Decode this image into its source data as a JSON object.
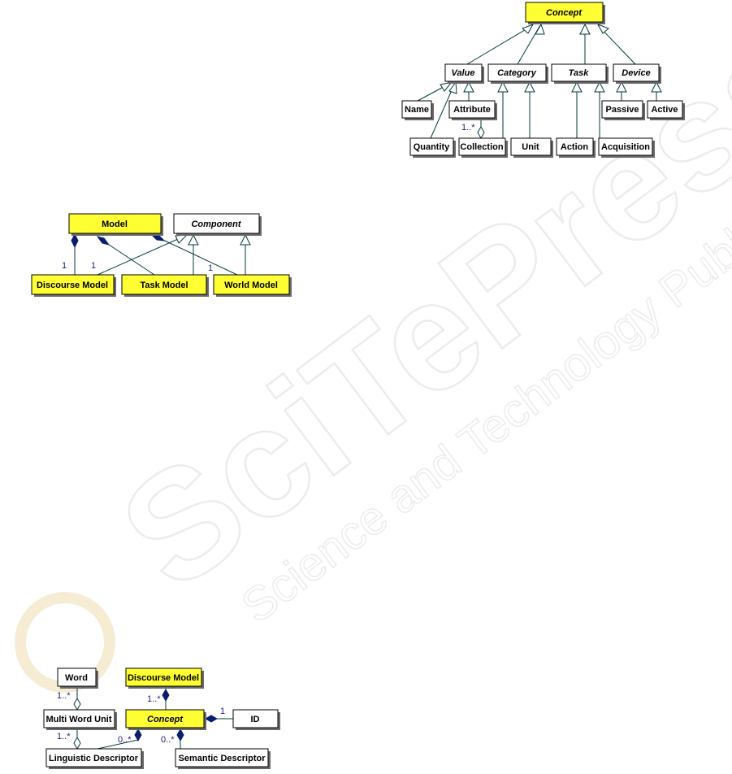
{
  "watermark": {
    "line1": "SciTePress",
    "line2": "Science and Technology Publications"
  },
  "colors": {
    "highlight": "#ffff33",
    "plain": "#ffffff",
    "edge": "#003a3a",
    "diamond": "#0b1e6e",
    "multiplicity": "#1a1a7a"
  },
  "diagrams": {
    "concept_hierarchy": {
      "concept": "Concept",
      "value": "Value",
      "category": "Category",
      "task": "Task",
      "device": "Device",
      "name": "Name",
      "attribute": "Attribute",
      "passive": "Passive",
      "active": "Active",
      "quantity": "Quantity",
      "collection": "Collection",
      "unit": "Unit",
      "action": "Action",
      "acquisition": "Acquisition",
      "mult_collection_attribute": "1..*"
    },
    "model_component": {
      "model": "Model",
      "component": "Component",
      "discourse_model": "Discourse Model",
      "task_model": "Task Model",
      "world_model": "World Model",
      "mult_discourse": "1",
      "mult_task": "1",
      "mult_world": "1"
    },
    "descriptor": {
      "word": "Word",
      "discourse_model": "Discourse Model",
      "multi_word_unit": "Multi Word Unit",
      "concept": "Concept",
      "id": "ID",
      "linguistic_descriptor": "Linguistic Descriptor",
      "semantic_descriptor": "Semantic Descriptor",
      "mult_word": "1..*",
      "mult_mwu": "1..*",
      "mult_discourse": "1..*",
      "mult_id": "1",
      "mult_linguistic": "0..*",
      "mult_semantic": "0..*"
    }
  }
}
